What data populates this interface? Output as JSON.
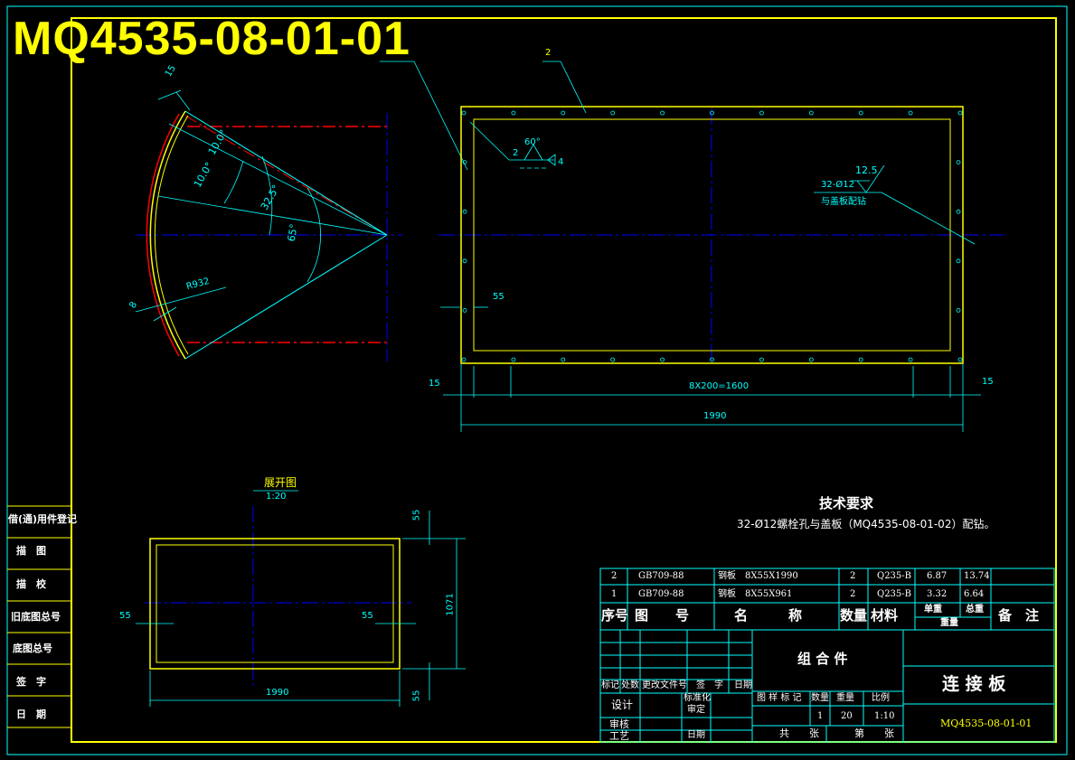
{
  "drawing_number_large": "MQ4535-08-01-01",
  "views": {
    "sector": {
      "dim_top": "15",
      "angle_a": "10.0°",
      "angle_b": "10.0°",
      "angle_c": "32.5°",
      "angle_d": "65°",
      "radius": "R932",
      "thickness": "8"
    },
    "front": {
      "leader_label": "2",
      "weld_left": "2",
      "weld_angle": "60°",
      "weld_right": "4",
      "bolt_note_line1": "32-Ø12",
      "bolt_note_line2": "与盖板配钻",
      "surface_roughness": "12.5",
      "dim_left_edge": "55",
      "dim_left_gap": "15",
      "dim_pitch": "8X200=1600",
      "dim_right_gap": "15",
      "dim_total": "1990"
    },
    "unfold": {
      "title": "展开图",
      "scale": "1:20",
      "dim_top": "55",
      "dim_height": "1071",
      "dim_bottom": "55",
      "dim_left_inner": "55",
      "dim_right_inner": "55",
      "dim_width": "1990"
    }
  },
  "tech_requirements": {
    "title": "技术要求",
    "text": "32-Ø12螺栓孔与盖板（MQ4535-08-01-02）配钻。"
  },
  "side_labels": [
    "借(通)用件登记",
    "描　图",
    "描　校",
    "旧底图总号",
    "底图总号",
    "签　字",
    "日　期"
  ],
  "parts_list": {
    "headers": [
      "序号",
      "图　　号",
      "名　　　称",
      "数量",
      "材料",
      "单重",
      "总重",
      "重量",
      "备　注"
    ],
    "rows": [
      {
        "no": "2",
        "std": "GB709-88",
        "name": "钢板　8X55X1990",
        "qty": "2",
        "mat": "Q235-B",
        "unit": "6.87",
        "total": "13.74"
      },
      {
        "no": "1",
        "std": "GB709-88",
        "name": "钢板　8X55X961",
        "qty": "2",
        "mat": "Q235-B",
        "unit": "3.32",
        "total": "6.64"
      }
    ]
  },
  "title_block": {
    "assembly": "组 合 件",
    "name": "连 接 板",
    "code": "MQ4535-08-01-01",
    "revision_headers": [
      "标记",
      "处数",
      "更改文件号",
      "签　字",
      "日期"
    ],
    "labels": {
      "design": "设计",
      "standard": "标准化",
      "review": "审定",
      "check": "审核",
      "process": "工艺",
      "date": "日期"
    },
    "stage_headers": [
      "图 样 标 记",
      "数量",
      "重量",
      "比例"
    ],
    "stage_values": {
      "qty": "1",
      "weight": "20",
      "scale": "1:10"
    },
    "sheets": {
      "total": "共　　张",
      "page": "第　　张"
    }
  },
  "colors": {
    "frame": "#ffff00",
    "dimension": "#00ffff",
    "centerline": "#0000ff",
    "hidden": "#ff0000",
    "text": "#ffffff"
  }
}
